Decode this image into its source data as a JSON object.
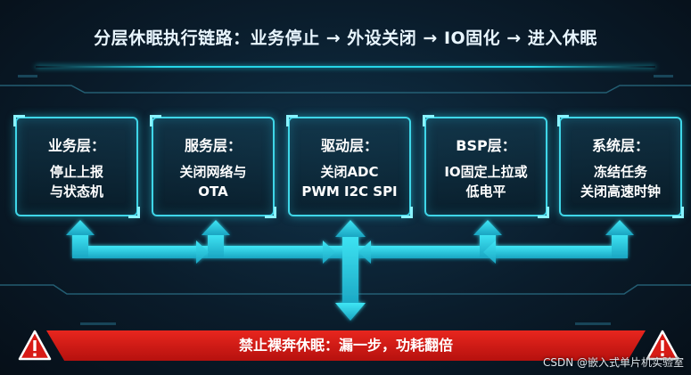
{
  "title": "分层休眠执行链路：业务停止 → 外设关闭 → IO固化 → 进入休眠",
  "layers": [
    {
      "name": "业务层：",
      "line1": "停止上报",
      "line2": "与状态机"
    },
    {
      "name": "服务层：",
      "line1": "关闭网络与",
      "line2": "OTA"
    },
    {
      "name": "驱动层：",
      "line1": "关闭ADC",
      "line2": "PWM I2C SPI"
    },
    {
      "name": "BSP层：",
      "line1": "IO固定上拉或",
      "line2": "低电平"
    },
    {
      "name": "系统层：",
      "line1": "冻结任务",
      "line2": "关闭高速时钟"
    }
  ],
  "warning": {
    "text": "禁止裸奔休眠：漏一步，功耗翻倍"
  },
  "watermark": "CSDN @嵌入式单片机实验室",
  "colors": {
    "accent": "#26d6e8",
    "warning": "#d81b16",
    "background": "#0a1c2b"
  }
}
